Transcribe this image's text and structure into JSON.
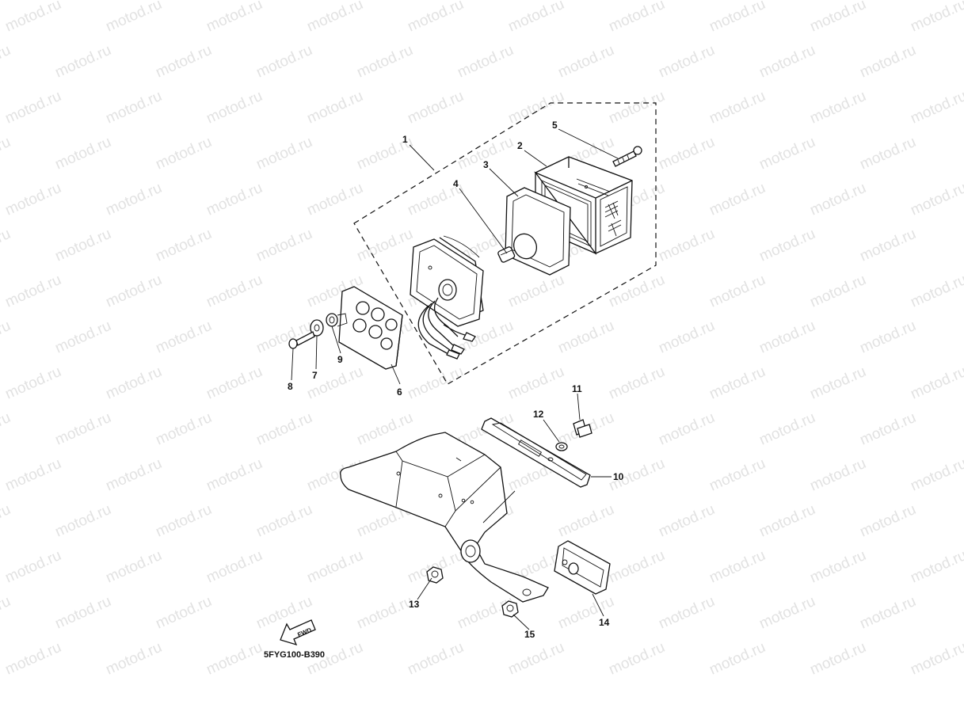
{
  "watermark": "motod.ru",
  "diagram_code": "5FYG100-B390",
  "fwd_label": "FWD",
  "parts": [
    {
      "id": "1",
      "label": "1"
    },
    {
      "id": "2",
      "label": "2"
    },
    {
      "id": "3",
      "label": "3"
    },
    {
      "id": "4",
      "label": "4"
    },
    {
      "id": "5",
      "label": "5"
    },
    {
      "id": "6",
      "label": "6"
    },
    {
      "id": "7",
      "label": "7"
    },
    {
      "id": "8",
      "label": "8"
    },
    {
      "id": "9",
      "label": "9"
    },
    {
      "id": "10",
      "label": "10"
    },
    {
      "id": "11",
      "label": "11"
    },
    {
      "id": "12",
      "label": "12"
    },
    {
      "id": "13",
      "label": "13"
    },
    {
      "id": "14",
      "label": "14"
    },
    {
      "id": "15",
      "label": "15"
    }
  ]
}
